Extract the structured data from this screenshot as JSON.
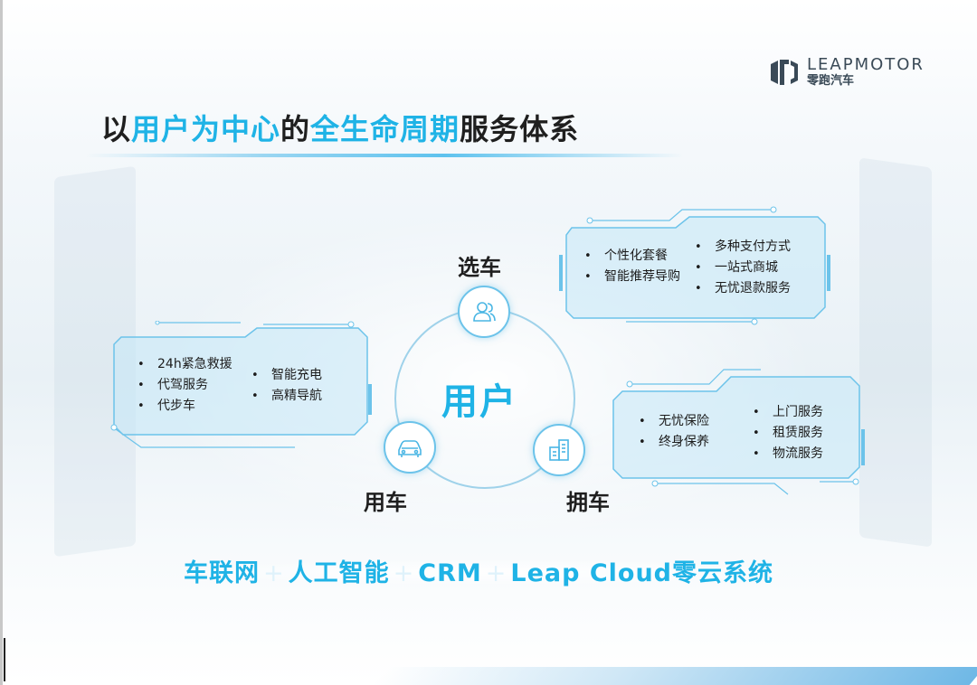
{
  "logo": {
    "en": "LEAPMOTOR",
    "cn": "零跑汽车"
  },
  "title": {
    "p1": "以",
    "hl1": "用户为中心",
    "p2": "的",
    "hl2": "全生命周期",
    "p3": "服务体系"
  },
  "center": {
    "label": "用户"
  },
  "nodes": {
    "select": {
      "label": "选车",
      "icon": "users-icon"
    },
    "use": {
      "label": "用车",
      "icon": "car-icon"
    },
    "own": {
      "label": "拥车",
      "icon": "building-icon"
    }
  },
  "panels": {
    "select": {
      "left": [
        "个性化套餐",
        "智能推荐导购"
      ],
      "right": [
        "多种支付方式",
        "一站式商城",
        "无忧退款服务"
      ]
    },
    "use": {
      "left": [
        "24h紧急救援",
        "代驾服务",
        "代步车"
      ],
      "right": [
        "智能充电",
        "高精导航"
      ]
    },
    "own": {
      "left": [
        "无忧保险",
        "终身保养"
      ],
      "right": [
        "上门服务",
        "租赁服务",
        "物流服务"
      ]
    }
  },
  "tech": {
    "t1": "车联网",
    "plus": "+",
    "t2": "人工智能",
    "t3": "CRM",
    "t4": "Leap Cloud零云系统"
  },
  "colors": {
    "accent": "#1fb3e6",
    "frame": "#6cc3ea",
    "text": "#1f1f1f"
  }
}
